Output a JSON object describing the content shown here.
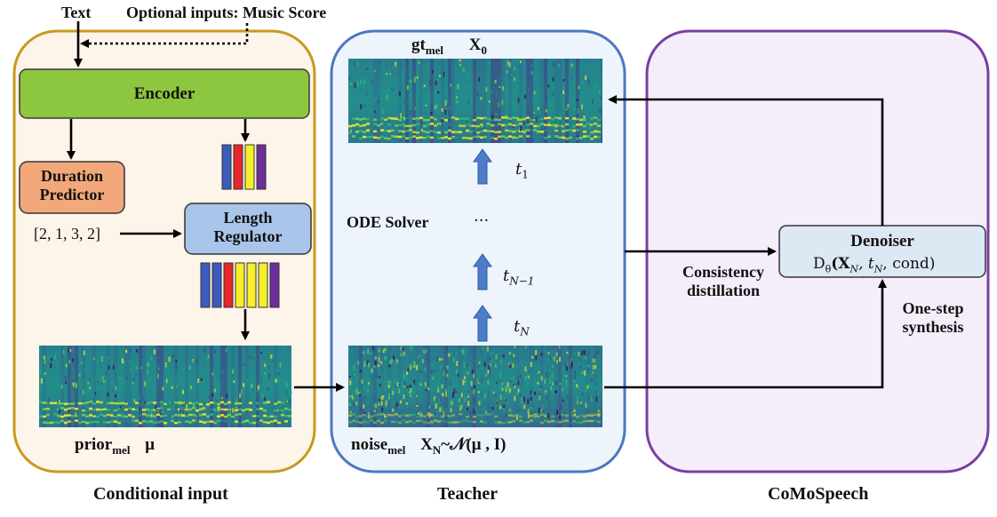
{
  "inputs": {
    "text_label": "Text",
    "optional_label": "Optional inputs: Music Score"
  },
  "conditional": {
    "section_label": "Conditional input",
    "encoder_label": "Encoder",
    "duration_line1": "Duration",
    "duration_line2": "Predictor",
    "durations_text": "[2, 1, 3, 2]",
    "length_line1": "Length",
    "length_line2": "Regulator",
    "prior_label": "prior",
    "prior_sub": "mel",
    "prior_symbol": "μ"
  },
  "teacher": {
    "section_label": "Teacher",
    "gt_label": "gt",
    "gt_sub": "mel",
    "x0_label": "X",
    "x0_sub": "0",
    "t1": "t",
    "t1_sub": "1",
    "ode_label": "ODE Solver",
    "dots": "···",
    "tn1": "t",
    "tn1_sub": "N−1",
    "tn": "t",
    "tn_sub": "N",
    "noise_label": "noise",
    "noise_sub": "mel",
    "noise_eq_x": "X",
    "noise_eq_sub": "N",
    "noise_eq_rest": "~𝒩(μ , I)"
  },
  "comospeech": {
    "section_label": "CoMoSpeech",
    "denoiser_label": "Denoiser",
    "denoiser_formula_d": "D",
    "denoiser_formula_theta": "θ",
    "denoiser_formula_rest": "(X",
    "denoiser_formula_n": "N",
    "denoiser_formula_t": ", t",
    "denoiser_formula_tn": "N",
    "denoiser_formula_end": ", cond)",
    "consistency_line1": "Consistency",
    "consistency_line2": "distillation",
    "onestep_line1": "One-step",
    "onestep_line2": "synthesis"
  },
  "colors": {
    "conditional_border": "#c79a1c",
    "conditional_fill": "#fdf4ea",
    "teacher_border": "#4a78c2",
    "teacher_fill": "#eef4fb",
    "comospeech_border": "#7a3ea3",
    "comospeech_fill": "#f5eefa",
    "encoder_fill": "#8dc63f",
    "duration_fill": "#f2a87a",
    "length_fill": "#a9c5ea",
    "denoiser_fill": "#dde8f5",
    "up_arrow_fill": "#4d7cc9",
    "token_colors": [
      "#3b5bbd",
      "#e8262a",
      "#f7ef2a",
      "#6b2f9a"
    ],
    "expanded_token_colors": [
      "#3b5bbd",
      "#3b5bbd",
      "#e8262a",
      "#f7ef2a",
      "#f7ef2a",
      "#f7ef2a",
      "#6b2f9a"
    ]
  }
}
